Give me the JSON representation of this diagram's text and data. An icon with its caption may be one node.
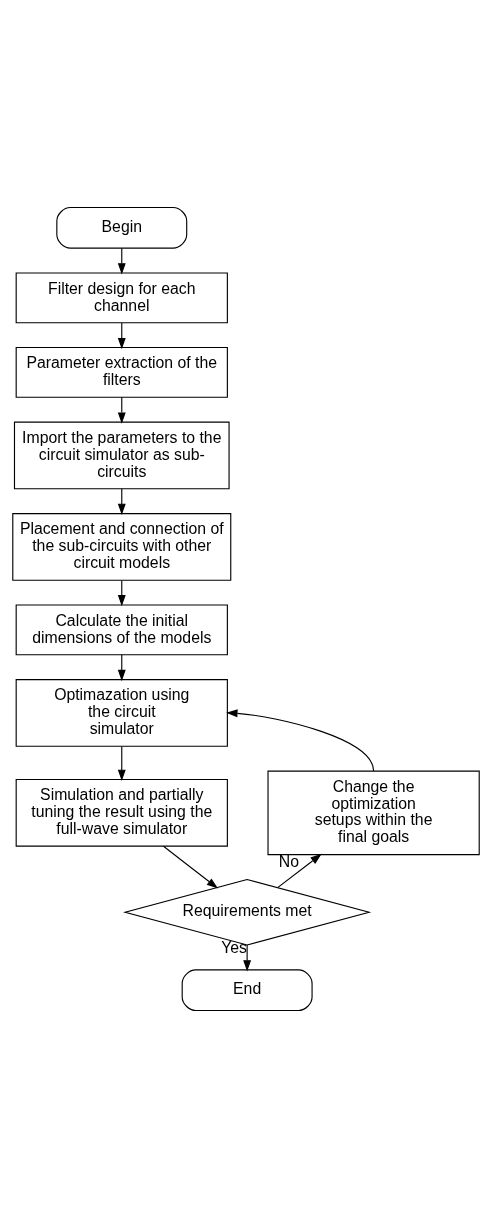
{
  "diagram": {
    "nodes": [
      {
        "text": [
          "Begin"
        ]
      },
      {
        "text": [
          "Filter design for each channel"
        ]
      },
      {
        "text": [
          "Parameter extraction of the filters"
        ]
      },
      {
        "text": [
          "Import the parameters to the circuit simulator as sub-circuits"
        ]
      },
      {
        "text": [
          "Placement and connection of the sub-circuits with other circuit models"
        ]
      },
      {
        "text": [
          "Calculate the initial dimensions of the models"
        ]
      },
      {
        "text": [
          "Optimazation using the circuit simulator"
        ]
      },
      {
        "text": [
          "Simulation and partially tuning the result using the full-wave simulator"
        ]
      },
      {
        "text": [
          "Requirements met"
        ]
      },
      {
        "text": [
          "Change the optimization setups within the final goals"
        ]
      },
      {
        "text": [
          "End"
        ]
      }
    ],
    "edges": [
      {
        "from": 0,
        "to": 1,
        "arrow": "to"
      },
      {
        "from": 1,
        "to": 2,
        "arrow": "to"
      },
      {
        "from": 2,
        "to": 3,
        "arrow": "to"
      },
      {
        "from": 3,
        "to": 4,
        "arrow": "to"
      },
      {
        "from": 4,
        "to": 5,
        "arrow": "to"
      },
      {
        "from": 5,
        "to": 6,
        "arrow": "to"
      },
      {
        "from": 6,
        "to": 7,
        "arrow": "to"
      },
      {
        "from": 7,
        "to": 8,
        "arrow": "to"
      },
      {
        "from": 8,
        "to": 9,
        "arrow": "to",
        "label": "No"
      },
      {
        "from": 9,
        "to": 6,
        "arrow": "to"
      },
      {
        "from": 8,
        "to": 10,
        "arrow": "to",
        "label": "Yes"
      }
    ]
  }
}
